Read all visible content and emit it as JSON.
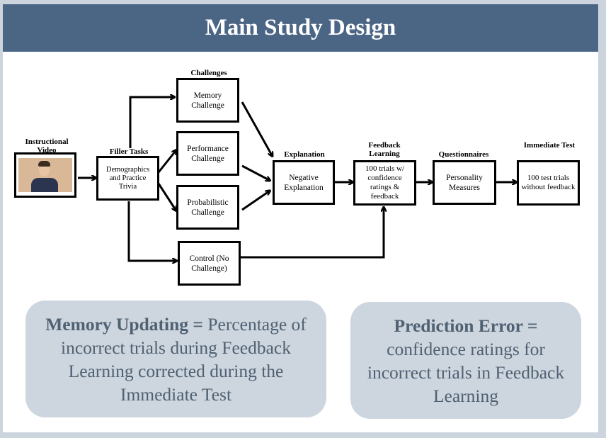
{
  "title": "Main Study Design",
  "nodes": {
    "instructional_video": {
      "label": "Instructional Video"
    },
    "filler_tasks": {
      "label": "Filler Tasks",
      "text": "Demographics and Practice Trivia"
    },
    "challenges_label": "Challenges",
    "memory_challenge": "Memory Challenge",
    "performance_challenge": "Performance Challenge",
    "probabilistic_challenge": "Probabilistic Challenge",
    "control": "Control (No Challenge)",
    "explanation": {
      "label": "Explanation",
      "text": "Negative Explanation"
    },
    "feedback_learning": {
      "label": "Feedback Learning",
      "text": "100 trials w/ confidence ratings & feedback"
    },
    "questionnaires": {
      "label": "Questionnaires",
      "text": "Personality Measures"
    },
    "immediate_test": {
      "label": "Immediate Test",
      "text": "100 test trials without feedback"
    }
  },
  "definitions": {
    "memory_updating": {
      "term": "Memory Updating =",
      "definition": " Percentage of incorrect trials during Feedback Learning corrected during the Immediate Test"
    },
    "prediction_error": {
      "term": "Prediction Error =",
      "definition": " confidence ratings for incorrect trials in Feedback Learning"
    }
  },
  "colors": {
    "header_bg": "#4b6585",
    "pill_bg": "#cdd5de",
    "pill_text": "#4f6172",
    "page_bg": "#ccd5dd"
  }
}
